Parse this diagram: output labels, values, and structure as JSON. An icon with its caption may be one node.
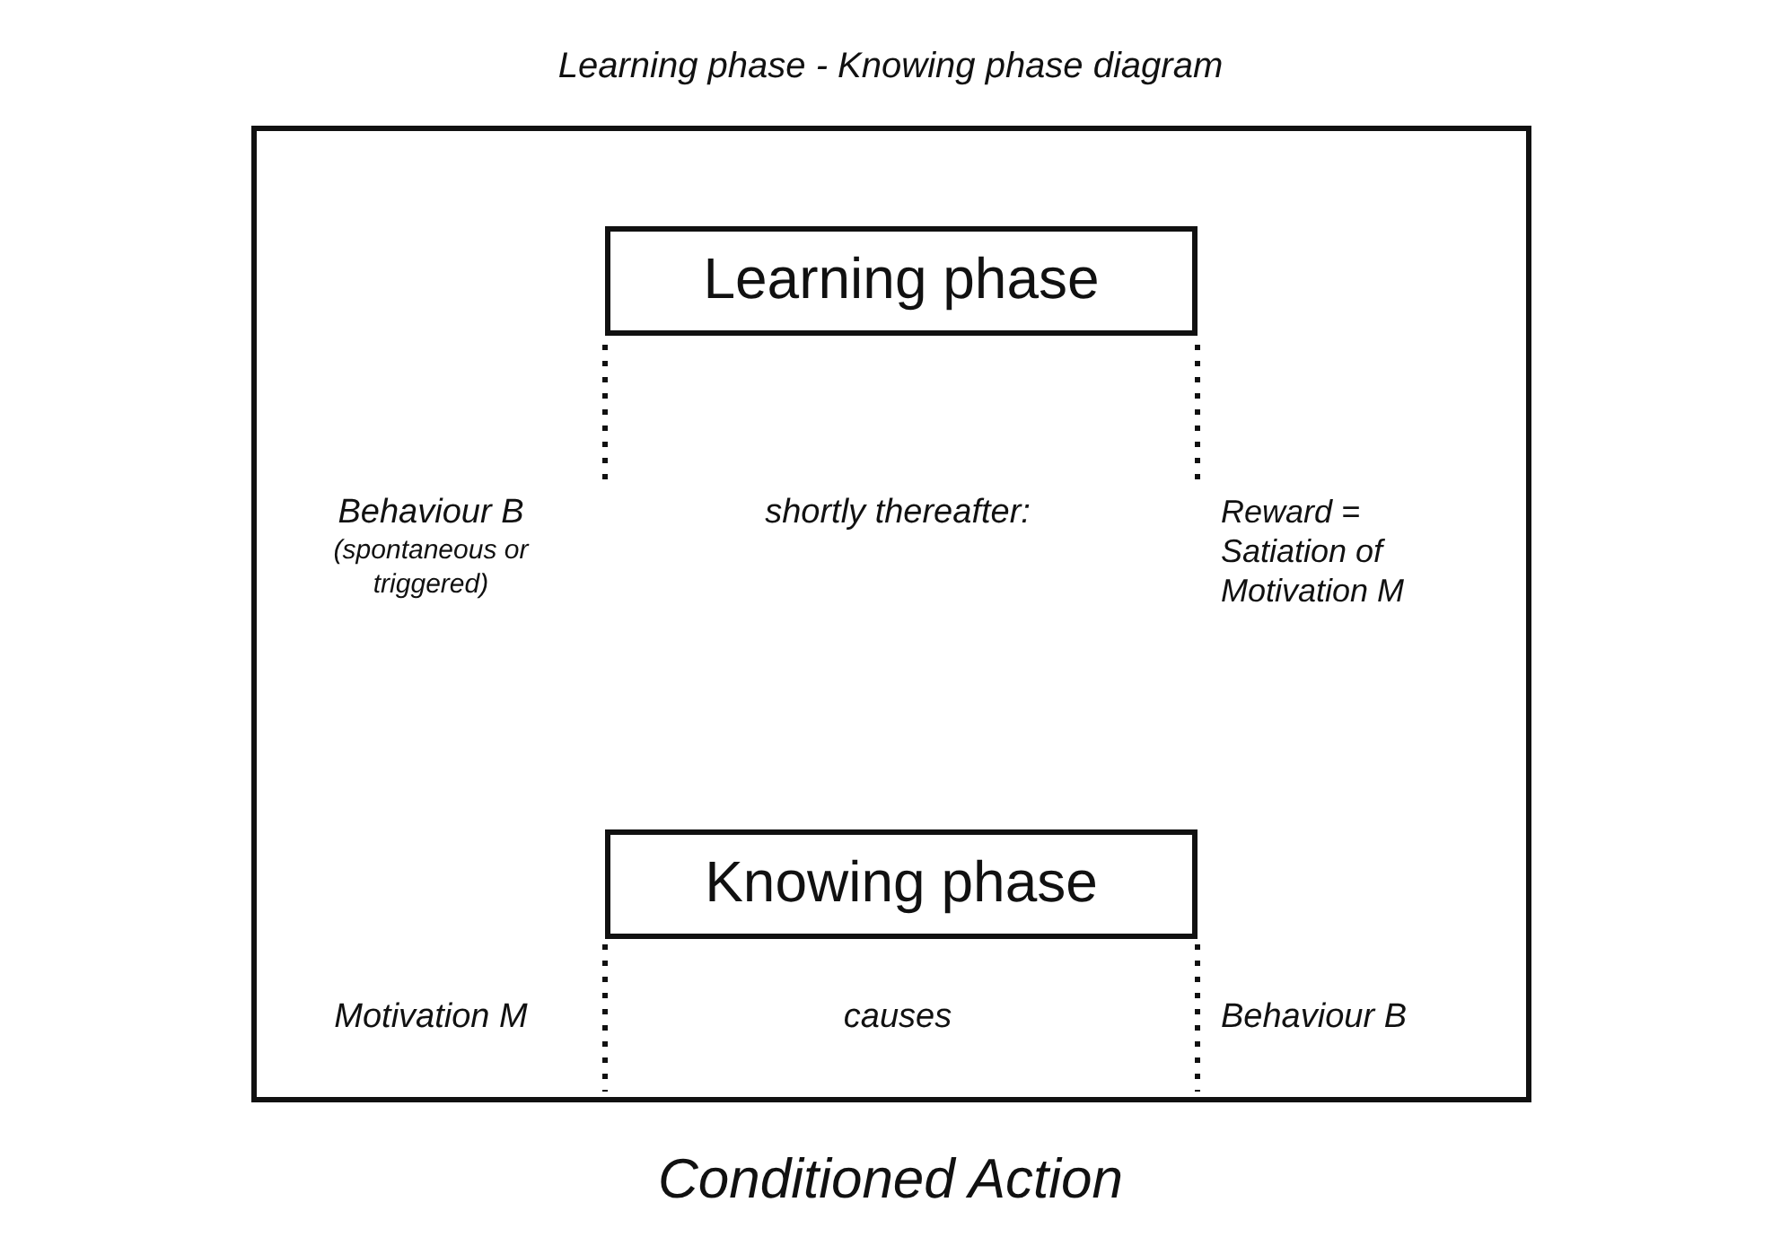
{
  "diagram": {
    "title": "Learning phase - Knowing phase diagram",
    "nodes": [
      {
        "text": [
          "Conditioned Action"
        ]
      },
      {
        "text": [
          "Learning phase"
        ],
        "in": 0
      },
      {
        "text": [
          "Knowing phase"
        ],
        "in": 0
      }
    ],
    "labels": [
      "Behaviour B",
      "(spontaneous or triggered)",
      "shortly thereafter:",
      "Reward = Satiation of Motivation M",
      "Motivation M",
      "causes",
      "Behaviour B"
    ]
  }
}
